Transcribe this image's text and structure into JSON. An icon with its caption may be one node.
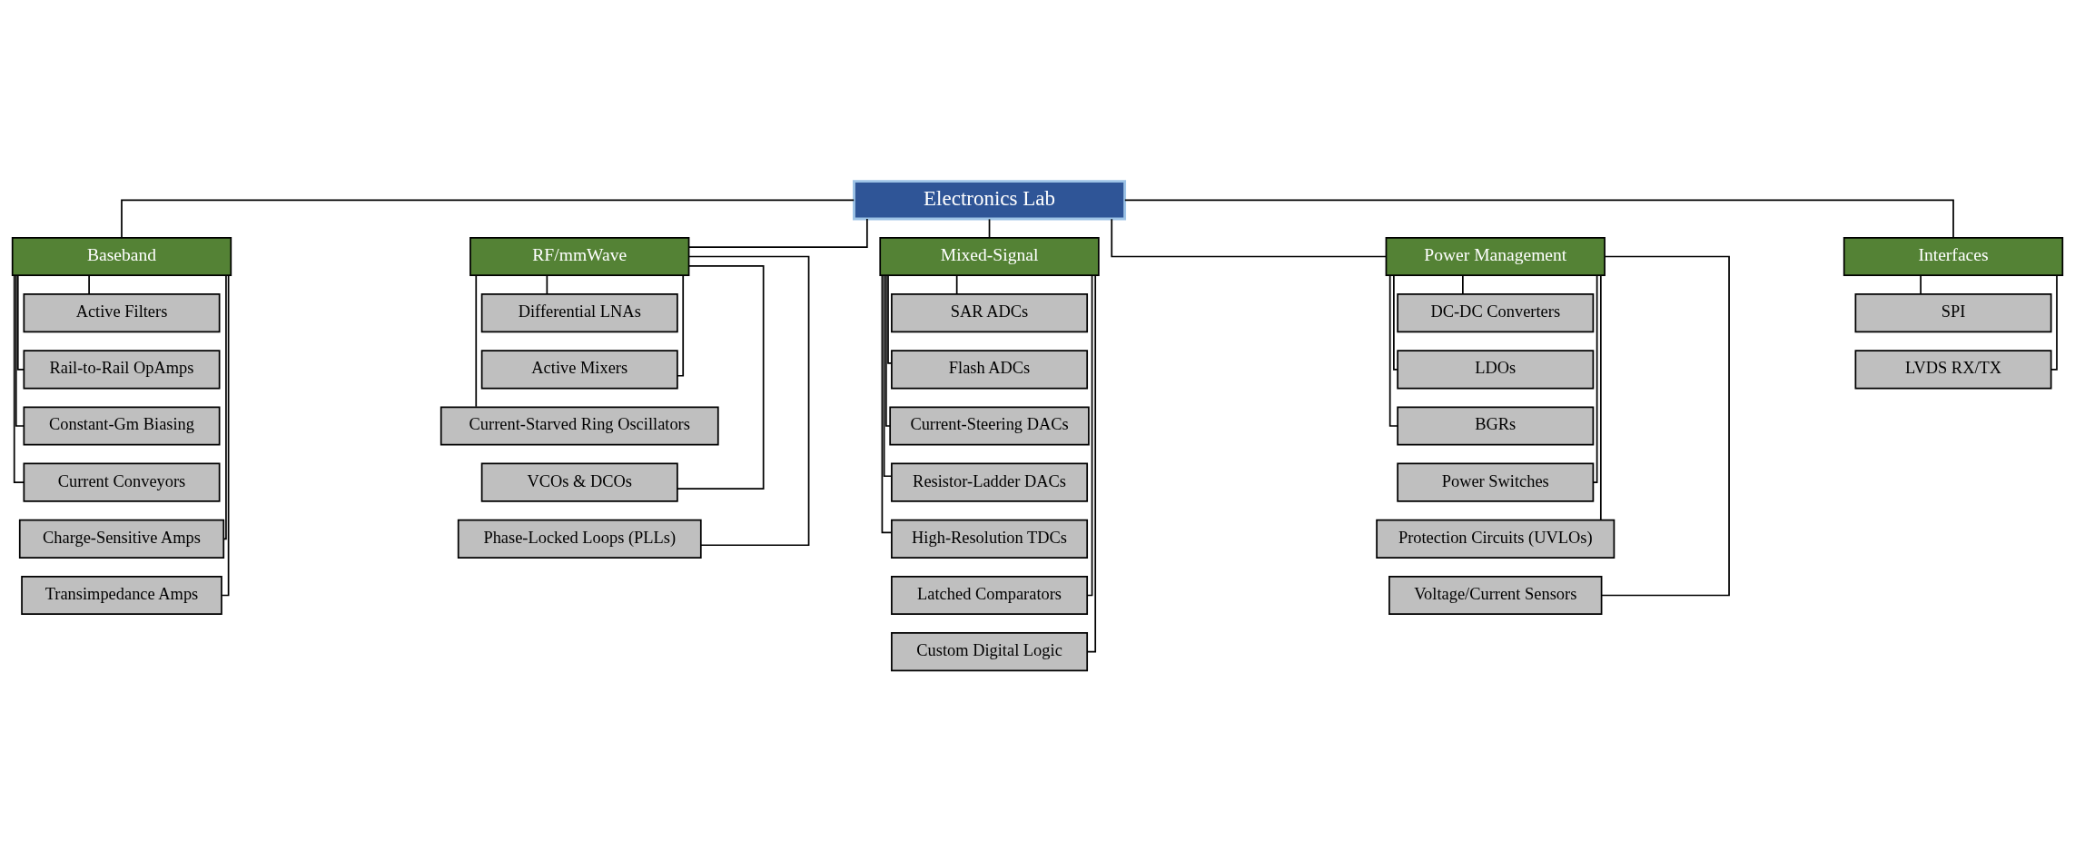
{
  "diagram": {
    "nodes": [
      {
        "text": [
          "Electronics Lab"
        ]
      },
      {
        "text": [
          "Baseband"
        ]
      },
      {
        "text": [
          "RF/mmWave"
        ]
      },
      {
        "text": [
          "Mixed-Signal"
        ]
      },
      {
        "text": [
          "Power Management"
        ]
      },
      {
        "text": [
          "Interfaces"
        ]
      },
      {
        "text": [
          "Active Filters"
        ]
      },
      {
        "text": [
          "Rail-to-Rail OpAmps"
        ]
      },
      {
        "text": [
          "Constant-Gm Biasing"
        ]
      },
      {
        "text": [
          "Current Conveyors"
        ]
      },
      {
        "text": [
          "Charge-Sensitive Amps"
        ]
      },
      {
        "text": [
          "Transimpedance Amps"
        ]
      },
      {
        "text": [
          "Differential LNAs"
        ]
      },
      {
        "text": [
          "Active Mixers"
        ]
      },
      {
        "text": [
          "Current-Starved Ring Oscillators"
        ]
      },
      {
        "text": [
          "VCOs & DCOs"
        ]
      },
      {
        "text": [
          "Phase-Locked Loops (PLLs)"
        ]
      },
      {
        "text": [
          "SAR ADCs"
        ]
      },
      {
        "text": [
          "Flash ADCs"
        ]
      },
      {
        "text": [
          "Current-Steering DACs"
        ]
      },
      {
        "text": [
          "Resistor-Ladder DACs"
        ]
      },
      {
        "text": [
          "High-Resolution TDCs"
        ]
      },
      {
        "text": [
          "Latched Comparators"
        ]
      },
      {
        "text": [
          "Custom Digital Logic"
        ]
      },
      {
        "text": [
          "DC-DC Converters"
        ]
      },
      {
        "text": [
          "LDOs"
        ]
      },
      {
        "text": [
          "BGRs"
        ]
      },
      {
        "text": [
          "Power Switches"
        ]
      },
      {
        "text": [
          "Protection Circuits (UVLOs)"
        ]
      },
      {
        "text": [
          "Voltage/Current Sensors"
        ]
      },
      {
        "text": [
          "SPI"
        ]
      },
      {
        "text": [
          "LVDS RX/TX"
        ]
      }
    ],
    "edges": [
      {
        "from": 0,
        "to": 1,
        "arrow": "none"
      },
      {
        "from": 0,
        "to": 2,
        "arrow": "none"
      },
      {
        "from": 0,
        "to": 3,
        "arrow": "none"
      },
      {
        "from": 0,
        "to": 4,
        "arrow": "none"
      },
      {
        "from": 0,
        "to": 5,
        "arrow": "none"
      },
      {
        "from": 1,
        "to": 6,
        "arrow": "none"
      },
      {
        "from": 1,
        "to": 7,
        "arrow": "none"
      },
      {
        "from": 1,
        "to": 8,
        "arrow": "none"
      },
      {
        "from": 1,
        "to": 9,
        "arrow": "none"
      },
      {
        "from": 1,
        "to": 10,
        "arrow": "none"
      },
      {
        "from": 1,
        "to": 11,
        "arrow": "none"
      },
      {
        "from": 2,
        "to": 12,
        "arrow": "none"
      },
      {
        "from": 2,
        "to": 13,
        "arrow": "none"
      },
      {
        "from": 2,
        "to": 14,
        "arrow": "none"
      },
      {
        "from": 2,
        "to": 15,
        "arrow": "none"
      },
      {
        "from": 2,
        "to": 16,
        "arrow": "none"
      },
      {
        "from": 3,
        "to": 17,
        "arrow": "none"
      },
      {
        "from": 3,
        "to": 18,
        "arrow": "none"
      },
      {
        "from": 3,
        "to": 19,
        "arrow": "none"
      },
      {
        "from": 3,
        "to": 20,
        "arrow": "none"
      },
      {
        "from": 3,
        "to": 21,
        "arrow": "none"
      },
      {
        "from": 3,
        "to": 22,
        "arrow": "none"
      },
      {
        "from": 3,
        "to": 23,
        "arrow": "none"
      },
      {
        "from": 4,
        "to": 24,
        "arrow": "none"
      },
      {
        "from": 4,
        "to": 25,
        "arrow": "none"
      },
      {
        "from": 4,
        "to": 26,
        "arrow": "none"
      },
      {
        "from": 4,
        "to": 27,
        "arrow": "none"
      },
      {
        "from": 4,
        "to": 28,
        "arrow": "none"
      },
      {
        "from": 4,
        "to": 29,
        "arrow": "none"
      },
      {
        "from": 5,
        "to": 30,
        "arrow": "none"
      },
      {
        "from": 5,
        "to": 31,
        "arrow": "none"
      }
    ]
  }
}
